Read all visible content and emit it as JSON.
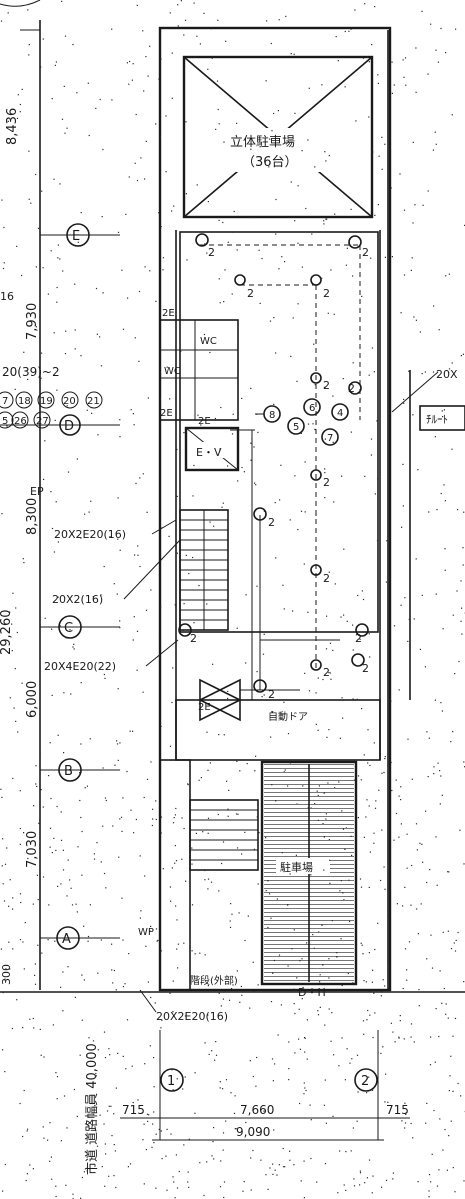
{
  "drawing": {
    "parking_label": "立体駐車場",
    "parking_count": "（36台）",
    "ev_label": "E・V",
    "entrance_label": "自動ドア",
    "room_label": "駐車場",
    "stair_label": "階段(外部)",
    "road_label": "市道 道路幅員 40,000",
    "wc_labels": [
      "WC",
      "WC"
    ],
    "ur_label": "ﾁﾙｰﾄ"
  },
  "grid": {
    "rows": [
      "E",
      "D",
      "C",
      "B",
      "A"
    ],
    "cols": [
      "1",
      "2"
    ]
  },
  "dims": {
    "vertical": [
      "8,436",
      "7,930",
      "8,300",
      "6,000",
      "7,030"
    ],
    "total": "29,260",
    "bottom": [
      "715",
      "7,660",
      "715"
    ],
    "bottom_total": "9,090",
    "cut_top": "16",
    "cut_bottom": "300"
  },
  "callouts": {
    "c1": "20X2E20(16)",
    "c2": "20X2(16)",
    "c3": "20X4E20(22)",
    "c4": "20X2E20(16)",
    "c5": "20X",
    "c6": "20(39)~2",
    "c7": "2E",
    "c8": "2E",
    "c9": "2E",
    "c10": "2E",
    "ep": "EP",
    "wp": "WP",
    "dh": "D・H"
  },
  "numbers": {
    "circle_row": [
      "7",
      "18",
      "19",
      "20",
      "21"
    ],
    "circle_row2": [
      "5",
      "26",
      "27"
    ],
    "nodes": [
      "8",
      "5",
      "6",
      "4",
      "7"
    ],
    "twos": [
      "2",
      "2",
      "2",
      "2",
      "2",
      "2",
      "2",
      "2",
      "2",
      "2",
      "2",
      "2",
      "2",
      "2"
    ]
  }
}
